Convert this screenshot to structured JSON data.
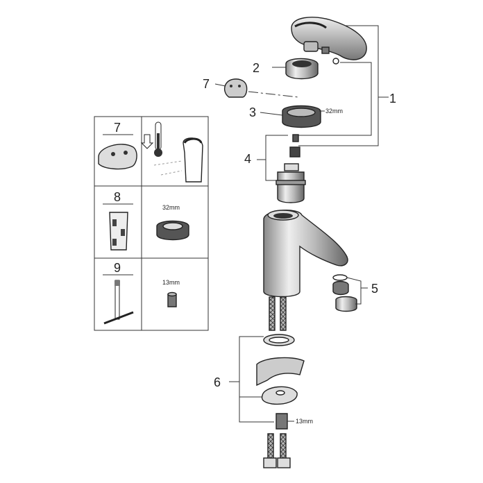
{
  "callouts": {
    "c1": "1",
    "c2": "2",
    "c3": "3",
    "c4": "4",
    "c5": "5",
    "c6": "6",
    "c7": "7"
  },
  "dims": {
    "nut_32": "32mm",
    "nut_13": "13mm"
  },
  "legend": {
    "row_7": {
      "number": "7"
    },
    "row_8": {
      "number": "8",
      "dim": "32mm"
    },
    "row_9": {
      "number": "9",
      "dim": "13mm"
    }
  },
  "icons": {
    "thermometer": "thermometer-icon",
    "arrow_down": "arrow-down-icon"
  },
  "colors": {
    "line": "#333333",
    "part_dark": "#555555",
    "part_light": "#dddddd",
    "hot": "#333333"
  }
}
